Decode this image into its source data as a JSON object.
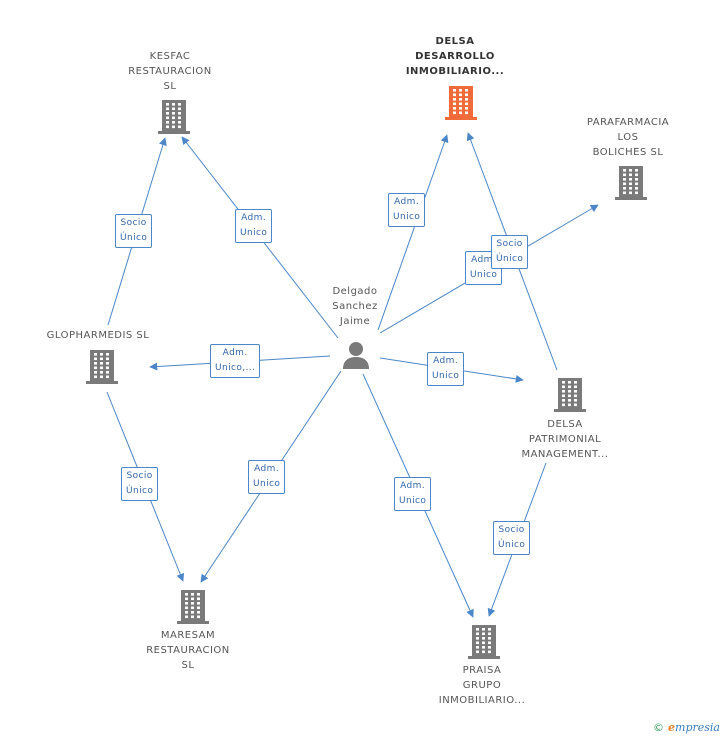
{
  "nodes": {
    "kesfac": {
      "lines": [
        "KESFAC",
        "RESTAURACION",
        "SL"
      ]
    },
    "delsa_desarrollo": {
      "lines": [
        "DELSA",
        "DESARROLLO",
        "INMOBILIARIO..."
      ]
    },
    "parafarmacia": {
      "lines": [
        "PARAFARMACIA",
        "LOS",
        "BOLICHES  SL"
      ]
    },
    "glopharmedis": {
      "lines": [
        "GLOPHARMEDIS SL"
      ]
    },
    "person": {
      "lines": [
        "Delgado",
        "Sanchez",
        "Jaime"
      ]
    },
    "delsa_patrimonial": {
      "lines": [
        "DELSA",
        "PATRIMONIAL",
        "MANAGEMENT..."
      ]
    },
    "maresam": {
      "lines": [
        "MARESAM",
        "RESTAURACION",
        "SL"
      ]
    },
    "praisa": {
      "lines": [
        "PRAISA",
        "GRUPO",
        "INMOBILIARIO..."
      ]
    }
  },
  "edge_labels": {
    "socio_kesfac": {
      "lines": [
        "Socio",
        "Único"
      ]
    },
    "adm_kesfac": {
      "lines": [
        "Adm.",
        "Unico"
      ]
    },
    "adm_delsa_desarrollo": {
      "lines": [
        "Adm.",
        "Unico"
      ]
    },
    "adm_parafarmacia": {
      "lines": [
        "Adm.",
        "Unico"
      ]
    },
    "socio_delsa_desarrollo": {
      "lines": [
        "Socio",
        "Único"
      ]
    },
    "adm_glopharmedis": {
      "lines": [
        "Adm.",
        "Unico,..."
      ]
    },
    "adm_delsa_patrimonial": {
      "lines": [
        "Adm.",
        "Unico"
      ]
    },
    "socio_maresam": {
      "lines": [
        "Socio",
        "Único"
      ]
    },
    "adm_maresam": {
      "lines": [
        "Adm.",
        "Unico"
      ]
    },
    "adm_praisa": {
      "lines": [
        "Adm.",
        "Unico"
      ]
    },
    "socio_praisa": {
      "lines": [
        "Socio",
        "Único"
      ]
    }
  },
  "credit": {
    "copyright": "©",
    "brand_initial": "e",
    "brand_rest": "mpresia"
  },
  "colors": {
    "building": "#7a7a7a",
    "building_focus": "#f06a3a",
    "edge": "#4a86c8",
    "person": "#7a7a7a"
  },
  "icons": {
    "company": "building-icon",
    "person": "person-icon"
  }
}
